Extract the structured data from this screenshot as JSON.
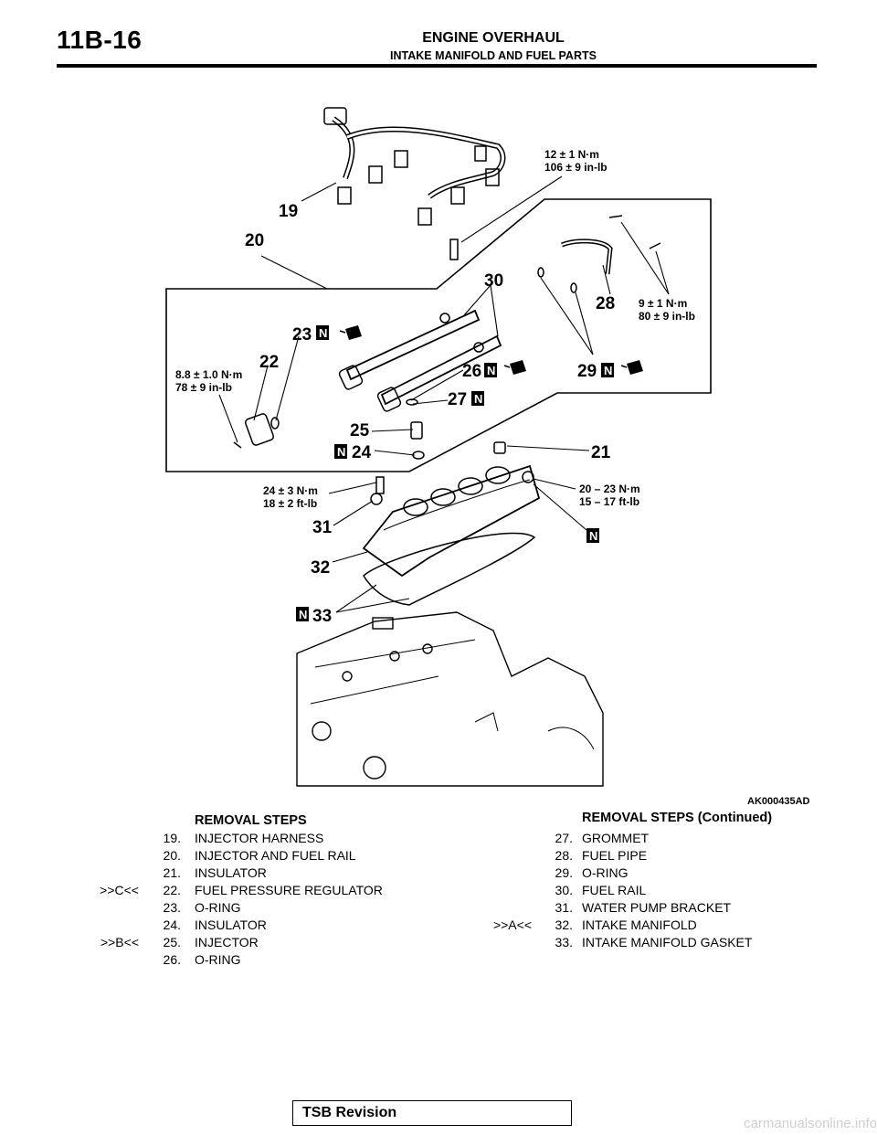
{
  "header": {
    "page_number": "11B-16",
    "title": "ENGINE OVERHAUL",
    "subtitle": "INTAKE MANIFOLD AND FUEL PARTS"
  },
  "figure": {
    "id": "AK000435AD",
    "new_part_mark": "N",
    "callouts": {
      "c19": "19",
      "c20": "20",
      "c21": "21",
      "c22": "22",
      "c23": "23",
      "c24": "24",
      "c25": "25",
      "c26": "26",
      "c27": "27",
      "c28": "28",
      "c29": "29",
      "c30": "30",
      "c31": "31",
      "c32": "32",
      "c33": "33"
    },
    "torque_specs": {
      "t1_nm": "12 ± 1 N·m",
      "t1_in": "106 ± 9 in-lb",
      "t2_nm": "9 ± 1 N·m",
      "t2_in": "80 ± 9 in-lb",
      "t3_nm": "8.8 ± 1.0 N·m",
      "t3_in": "78 ± 9 in-lb",
      "t4_nm": "24 ± 3 N·m",
      "t4_in": "18 ± 2 ft-lb",
      "t5_nm": "20 – 23 N·m",
      "t5_in": "15 – 17 ft-lb"
    }
  },
  "removal_steps": {
    "heading": "REMOVAL STEPS",
    "items": [
      {
        "ref": "",
        "num": "19.",
        "name": "INJECTOR HARNESS"
      },
      {
        "ref": "",
        "num": "20.",
        "name": "INJECTOR AND FUEL RAIL"
      },
      {
        "ref": "",
        "num": "21.",
        "name": "INSULATOR"
      },
      {
        "ref": ">>C<<",
        "num": "22.",
        "name": "FUEL PRESSURE REGULATOR"
      },
      {
        "ref": "",
        "num": "23.",
        "name": "O-RING"
      },
      {
        "ref": "",
        "num": "24.",
        "name": "INSULATOR"
      },
      {
        "ref": ">>B<<",
        "num": "25.",
        "name": "INJECTOR"
      },
      {
        "ref": "",
        "num": "26.",
        "name": "O-RING"
      }
    ]
  },
  "removal_steps_continued": {
    "heading": "REMOVAL STEPS (Continued)",
    "items": [
      {
        "ref": "",
        "num": "27.",
        "name": "GROMMET"
      },
      {
        "ref": "",
        "num": "28.",
        "name": "FUEL PIPE"
      },
      {
        "ref": "",
        "num": "29.",
        "name": "O-RING"
      },
      {
        "ref": "",
        "num": "30.",
        "name": "FUEL RAIL"
      },
      {
        "ref": "",
        "num": "31.",
        "name": "WATER PUMP BRACKET"
      },
      {
        "ref": ">>A<<",
        "num": "32.",
        "name": "INTAKE MANIFOLD"
      },
      {
        "ref": "",
        "num": "33.",
        "name": "INTAKE MANIFOLD GASKET"
      }
    ]
  },
  "footer": {
    "tsb_label": "TSB Revision",
    "watermark": "carmanualsonline.info"
  }
}
